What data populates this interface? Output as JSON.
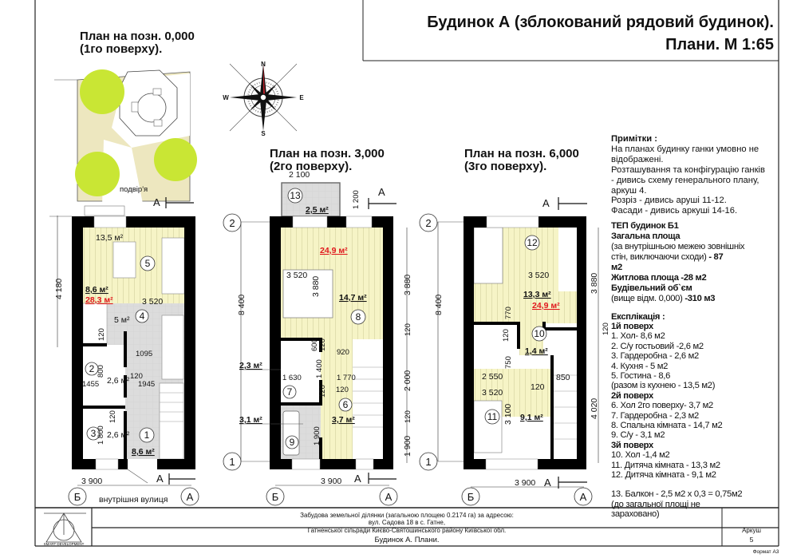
{
  "header": {
    "title_line1": "Будинок А (зблокований рядовий будинок).",
    "title_line2": "Плани. М 1:65"
  },
  "compass": {
    "n": "N",
    "s": "S",
    "w": "W",
    "e": "E",
    "needle_color": "#c0202a"
  },
  "colors": {
    "living_floor": "#f6f4c6",
    "wet_floor": "#dcdcdc",
    "tree": "#c9e634",
    "yard": "#ede7bf",
    "area_highlight": "#e0161b"
  },
  "plan1": {
    "title1": "План на позн. 0,000",
    "title2": "(1го поверху).",
    "yard": "подвір'я",
    "street": "внутрішня вулиця",
    "rooms": {
      "r5": "5",
      "r4": "4",
      "r2": "2",
      "r3": "3",
      "r1": "1"
    },
    "areas": {
      "a5": "13,5 м²",
      "hall": "8,6 м²",
      "total": "28,3 м²",
      "a4": "5 м²",
      "a2": "2,6 м²",
      "a3": "2,6 м²",
      "a1": "8,6 м²"
    },
    "dims": [
      "4 180",
      "3 520",
      "120",
      "1095",
      "800",
      "120",
      "1455",
      "1945",
      "120",
      "1 800",
      "3 900"
    ],
    "axes": {
      "b": "Б",
      "a": "А"
    },
    "section": "А"
  },
  "plan2": {
    "title1": "План на позн. 3,000",
    "title2": "(2го поверху).",
    "rooms": {
      "r13": "13",
      "r8": "8",
      "r7": "7",
      "r6": "6",
      "r9": "9"
    },
    "areas": {
      "a13": "2,5 м²",
      "total": "24,9 м²",
      "a8": "14,7 м²",
      "a7": "2,3 м²",
      "a9": "3,1 м²",
      "a6": "3,7 м²"
    },
    "dims": [
      "2 100",
      "1 200",
      "3 520",
      "3 880",
      "8 400",
      "3 880",
      "120",
      "600",
      "120",
      "920",
      "1 400",
      "1 630",
      "1 770",
      "120",
      "120",
      "2 000",
      "120",
      "1 900",
      "1 900",
      "3 900"
    ],
    "axes": {
      "two": "2",
      "one": "1",
      "b": "Б",
      "a": "А"
    },
    "section": "А"
  },
  "plan3": {
    "title1": "План на позн. 6,000",
    "title2": "(3го поверху).",
    "rooms": {
      "r12": "12",
      "r10": "10",
      "r11": "11"
    },
    "areas": {
      "a12": "13,3 м²",
      "total": "24,9 м²",
      "a10": "1,4 м²",
      "a11": "9,1 м²"
    },
    "dims": [
      "3 520",
      "3 880",
      "8 400",
      "770",
      "120",
      "120",
      "750",
      "2 550",
      "850",
      "120",
      "3 520",
      "3 100",
      "4 020",
      "3 900"
    ],
    "axes": {
      "two": "2",
      "one": "1",
      "b": "Б",
      "a": "А"
    },
    "section": "А"
  },
  "notes": {
    "heading": "Примітки :",
    "lines": [
      "На планах будинку ганки умовно не",
      "відображені.",
      "Розташування та конфігурацію ганків",
      "- дивись схему генерального плану,",
      "аркуш 4.",
      "Розріз - дивись аруші 11-12.",
      "Фасади - дивись аркуші 14-16."
    ],
    "tep_title": "ТЕП будинок Б1",
    "total_area_label": "Загальна площа",
    "total_area_note1": "(за внутрішньою межею зовнішніх",
    "total_area_note2": "стін, виключаючи сходи)",
    "total_area_value": " - 87",
    "total_area_unit": "м2",
    "living_area": "Житлова площа -28 м2",
    "volume_label": "Будівельний об`єм",
    "volume_note": "(вище відм. 0,000)",
    "volume_value": " -310 м3",
    "expl_title": "Експлікація :",
    "floor1": "1й поверх",
    "floor1_items": [
      "1. Хол- 8,6 м2",
      "2. С/у гостьовий -2,6 м2",
      "3. Гардеробна - 2,6 м2",
      "4. Кухня - 5 м2",
      "5. Гостина - 8,6",
      "(разом із кухнею - 13,5 м2)"
    ],
    "floor2": "2й поверх",
    "floor2_items": [
      "6. Хол 2го поверху- 3,7 м2",
      "7. Гардеробна - 2,3 м2",
      "8. Спальна кімната - 14,7 м2",
      "9. С/у - 3,1 м2"
    ],
    "floor3": "3й поверх",
    "floor3_items": [
      "10. Хол -1,4 м2",
      "11.  Дитяча кімната - 13,3 м2",
      "12. Дитяча кімната - 9,1 м2"
    ],
    "balcony": [
      "13. Балкон - 2,5 м2 х 0,3 = 0,75м2",
      "(до  загальної площі не",
      "зараховано)"
    ]
  },
  "title_block": {
    "logo_text": "SMART DEVELOPMENT",
    "address1": "Забудова земельної ділянки (загальною площею 0.2174 га) за адресою:",
    "address2": "вул. Садова 18 в с. Гатне,",
    "address3": "Гатненської сільради Києво-Святошинського району Київської обл.",
    "sheet_name": "Будинок А. Плани.",
    "sheet_label": "Аркуш",
    "sheet_number": "5",
    "format": "Формат А3"
  }
}
